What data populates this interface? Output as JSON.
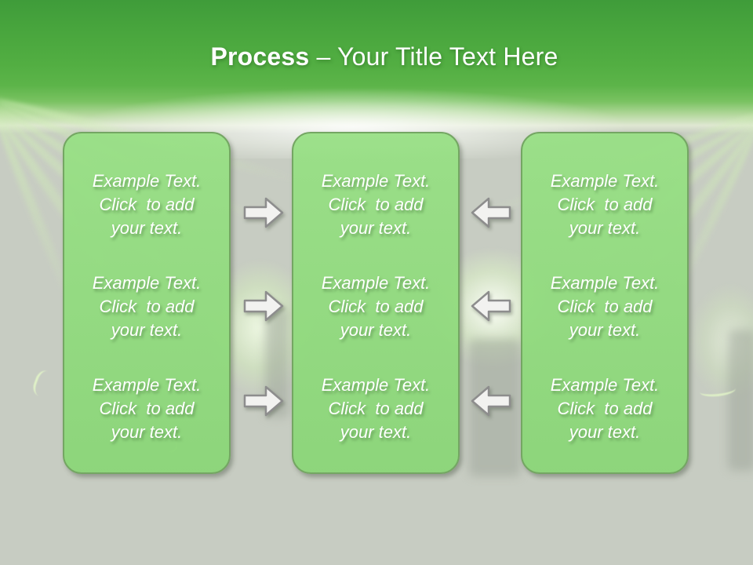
{
  "header": {
    "title_bold": "Process",
    "title_rest": " – Your Title Text Here"
  },
  "columns": [
    {
      "name": "left-column",
      "blocks": [
        {
          "lines": [
            "Example Text.",
            "Click  to add",
            "your text."
          ]
        },
        {
          "lines": [
            "Example Text.",
            "Click  to add",
            "your text."
          ]
        },
        {
          "lines": [
            "Example Text.",
            "Click  to add",
            "your text."
          ]
        }
      ]
    },
    {
      "name": "middle-column",
      "blocks": [
        {
          "lines": [
            "Example Text.",
            "Click  to add",
            "your text."
          ]
        },
        {
          "lines": [
            "Example Text.",
            "Click  to add",
            "your text."
          ]
        },
        {
          "lines": [
            "Example Text.",
            "Click  to add",
            "your text."
          ]
        }
      ]
    },
    {
      "name": "right-column",
      "blocks": [
        {
          "lines": [
            "Example Text.",
            "Click  to add",
            "your text."
          ]
        },
        {
          "lines": [
            "Example Text.",
            "Click  to add",
            "your text."
          ]
        },
        {
          "lines": [
            "Example Text.",
            "Click  to add",
            "your text."
          ]
        }
      ]
    }
  ],
  "arrows": [
    {
      "direction": "right",
      "row": 1
    },
    {
      "direction": "right",
      "row": 2
    },
    {
      "direction": "right",
      "row": 3
    },
    {
      "direction": "left",
      "row": 1
    },
    {
      "direction": "left",
      "row": 2
    },
    {
      "direction": "left",
      "row": 3
    }
  ],
  "colors": {
    "header_green_top": "#3f9c3a",
    "header_green_mid": "#52ae42",
    "background_gray": "#c7ccc2",
    "box_fill": "#8fda80",
    "box_border": "#74a663",
    "text_white": "#ffffff",
    "arrow_fill": "#f2f2f0",
    "arrow_outline": "#8d8d8d",
    "beam_green": "#d0eeb6"
  }
}
